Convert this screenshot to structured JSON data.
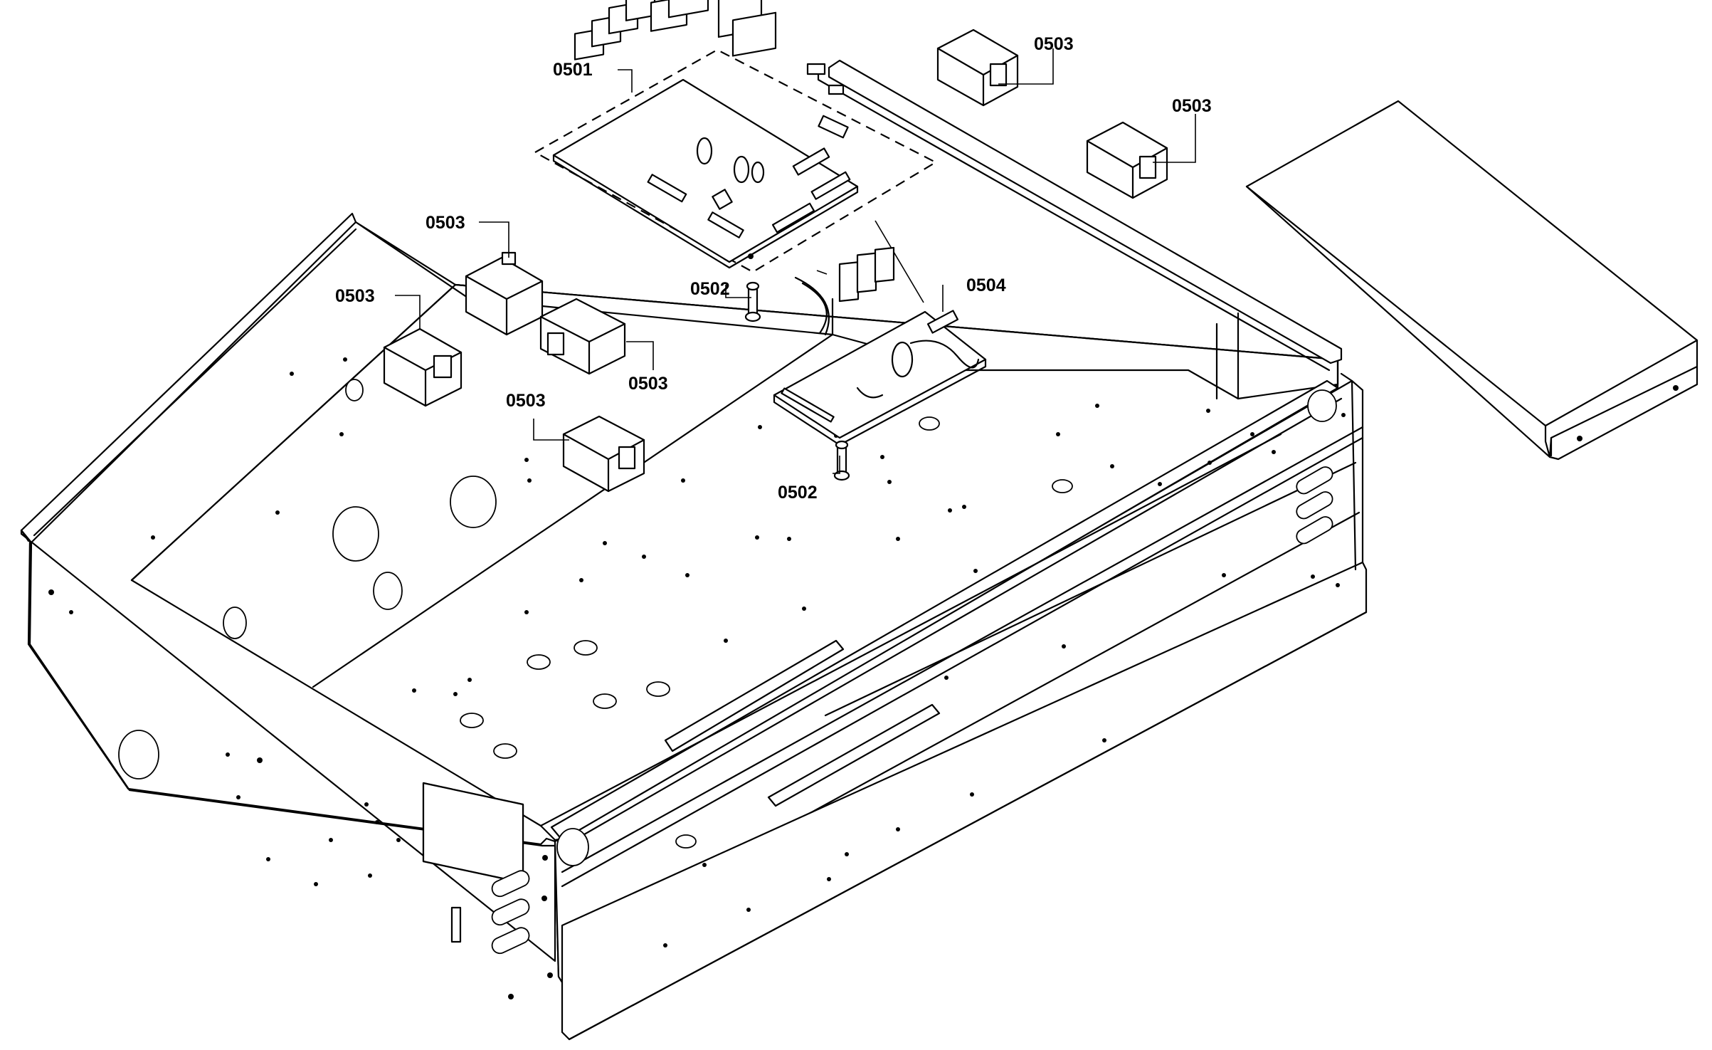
{
  "callouts": {
    "main_control_board": "0501",
    "standoff_upper": "0502",
    "standoff_lower": "0502",
    "relay_top_right_upper": "0503",
    "relay_top_right_lower": "0503",
    "relay_left_upper": "0503",
    "relay_left_outer": "0503",
    "relay_center": "0503",
    "relay_lower_center": "0503",
    "filter_board": "0504"
  }
}
